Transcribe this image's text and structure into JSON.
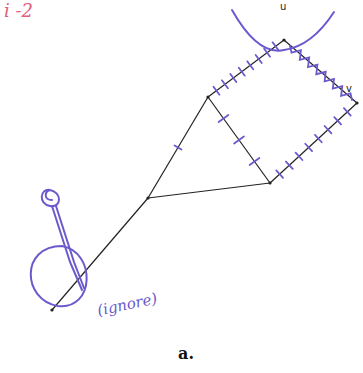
{
  "diagram": {
    "caption": "a.",
    "labels": [
      "i -2",
      "u",
      "v",
      "(ignore)"
    ]
  }
}
